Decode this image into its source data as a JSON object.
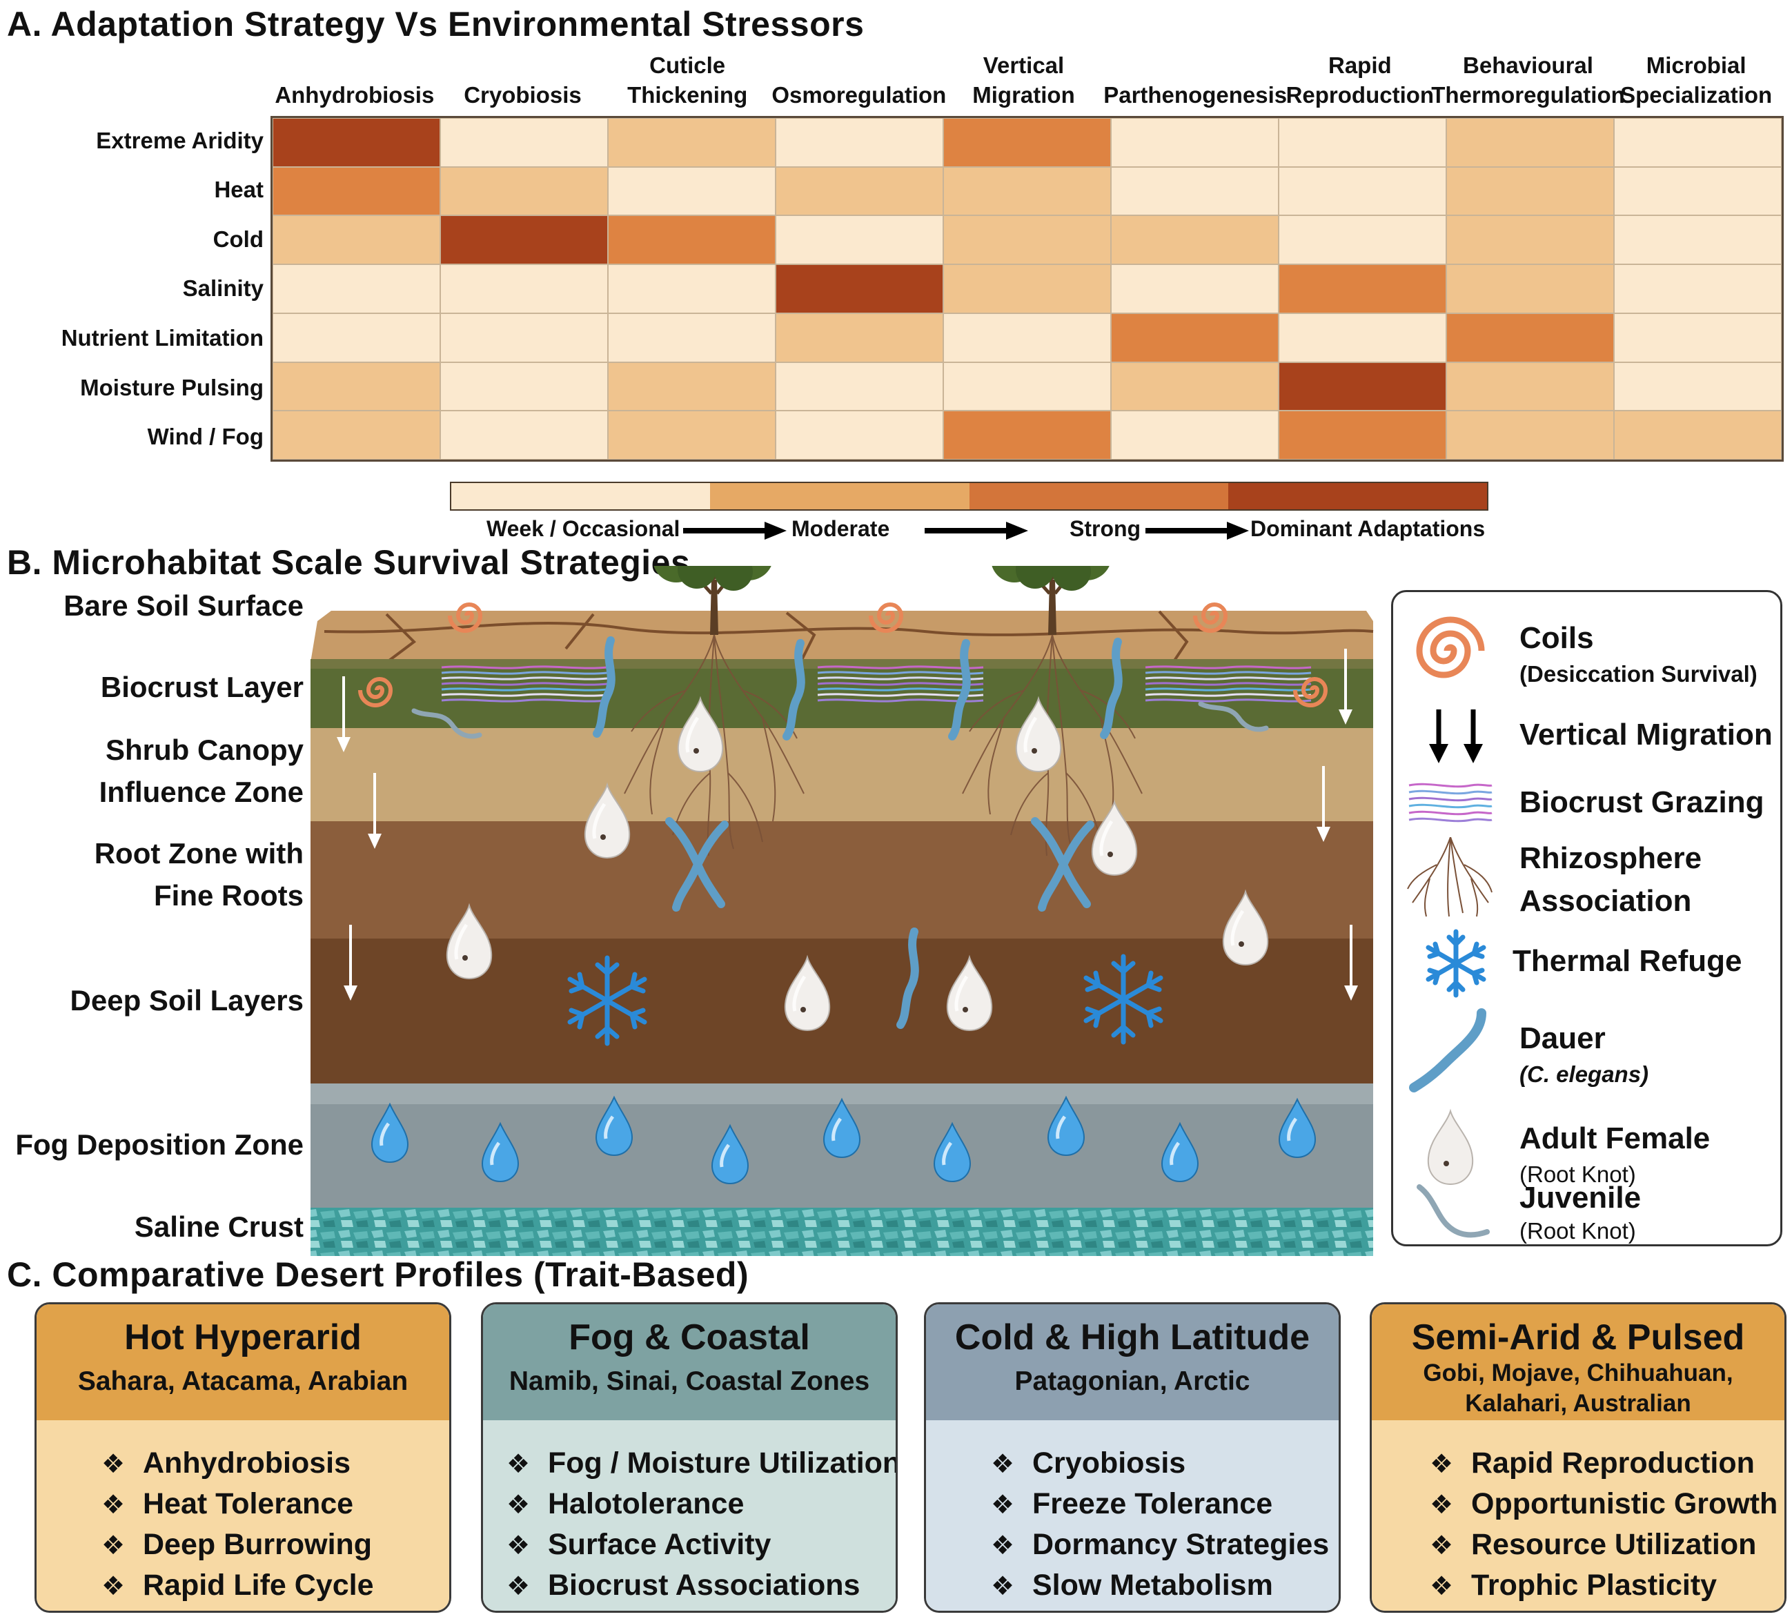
{
  "panel_a": {
    "title": "A. Adaptation Strategy Vs Environmental Stressors",
    "columns": [
      "Anhydrobiosis",
      "Cryobiosis",
      "Cuticle Thickening",
      "Osmoregulation",
      "Vertical Migration",
      "Parthenogenesis",
      "Rapid Reproduction",
      "Behavioural Thermoregulation",
      "Microbial Specialization"
    ],
    "rows": [
      "Extreme Aridity",
      "Heat",
      "Cold",
      "Salinity",
      "Nutrient Limitation",
      "Moisture Pulsing",
      "Wind / Fog"
    ],
    "levels": [
      [
        4,
        1,
        2,
        1,
        3,
        1,
        1,
        2,
        1
      ],
      [
        3,
        2,
        1,
        2,
        2,
        1,
        1,
        2,
        1
      ],
      [
        2,
        4,
        3,
        1,
        2,
        2,
        1,
        2,
        1
      ],
      [
        1,
        1,
        1,
        4,
        2,
        1,
        3,
        2,
        1
      ],
      [
        1,
        1,
        1,
        2,
        1,
        3,
        1,
        3,
        1
      ],
      [
        2,
        1,
        2,
        1,
        1,
        2,
        4,
        2,
        1
      ],
      [
        2,
        1,
        2,
        1,
        3,
        1,
        3,
        2,
        2
      ]
    ],
    "level_colors": [
      "#fbe9cf",
      "#f0c48e",
      "#de8342",
      "#a8421c"
    ],
    "scale": {
      "labels": [
        "Week / Occasional",
        "Moderate",
        "Strong",
        "Dominant Adaptations"
      ],
      "colors": [
        "#fbe9cf",
        "#e6a965",
        "#d3753a",
        "#a8421c"
      ]
    }
  },
  "panel_b": {
    "title": "B. Microhabitat Scale Survival Strategies",
    "layers": [
      "Bare Soil Surface",
      "Biocrust Layer",
      "Shrub Canopy Influence Zone",
      "Root Zone with Fine Roots",
      "Deep Soil Layers",
      "Fog Deposition Zone",
      "Saline Crust"
    ],
    "layer_lines": {
      "shrub": [
        "Shrub Canopy",
        "Influence Zone"
      ],
      "root": [
        "Root Zone with",
        "Fine Roots"
      ]
    },
    "legend": [
      {
        "icon": "coil-icon",
        "title": "Coils",
        "subtitle": "(Desiccation Survival)"
      },
      {
        "icon": "vertical-arrows-icon",
        "title": "Vertical Migration",
        "subtitle": ""
      },
      {
        "icon": "biocrust-lines-icon",
        "title": "Biocrust Grazing",
        "subtitle": ""
      },
      {
        "icon": "roots-icon",
        "title": "Rhizosphere Association",
        "subtitle": ""
      },
      {
        "icon": "snowflake-icon",
        "title": "Thermal Refuge",
        "subtitle": ""
      },
      {
        "icon": "worm-icon",
        "title": "Dauer",
        "subtitle": "(C. elegans)"
      },
      {
        "icon": "female-nematode-icon",
        "title": "Adult Female",
        "subtitle": "(Root Knot)"
      },
      {
        "icon": "juvenile-worm-icon",
        "title": "Juvenile",
        "subtitle": "(Root Knot)"
      }
    ],
    "legend_lines": {
      "rhizo": [
        "Rhizosphere",
        "Association"
      ]
    }
  },
  "panel_c": {
    "title": "C. Comparative Desert Profiles (Trait-Based)",
    "profiles": [
      {
        "name": "Hot Hyperarid",
        "regions": "Sahara, Atacama, Arabian",
        "traits": [
          "Anhydrobiosis",
          "Heat Tolerance",
          "Deep Burrowing",
          "Rapid Life Cycle"
        ],
        "head_color": "#e0a24a",
        "body_color": "#f7d9a4"
      },
      {
        "name": "Fog & Coastal",
        "regions": "Namib, Sinai, Coastal Zones",
        "traits": [
          "Fog / Moisture Utilization",
          "Halotolerance",
          "Surface Activity",
          "Biocrust Associations"
        ],
        "head_color": "#7ea2a2",
        "body_color": "#cfe0dd"
      },
      {
        "name": "Cold & High Latitude",
        "regions": "Patagonian, Arctic",
        "traits": [
          "Cryobiosis",
          "Freeze Tolerance",
          "Dormancy Strategies",
          "Slow Metabolism"
        ],
        "head_color": "#8da0b0",
        "body_color": "#d6e1ea"
      },
      {
        "name": "Semi-Arid & Pulsed",
        "regions": "Gobi, Mojave, Chihuahuan, Kalahari, Australian",
        "region_lines": [
          "Gobi, Mojave, Chihuahuan,",
          "Kalahari, Australian"
        ],
        "traits": [
          "Rapid Reproduction",
          "Opportunistic Growth",
          "Resource Utilization",
          "Trophic Plasticity"
        ],
        "head_color": "#e0a24a",
        "body_color": "#f7d9a4"
      }
    ],
    "bullet": "❖"
  }
}
